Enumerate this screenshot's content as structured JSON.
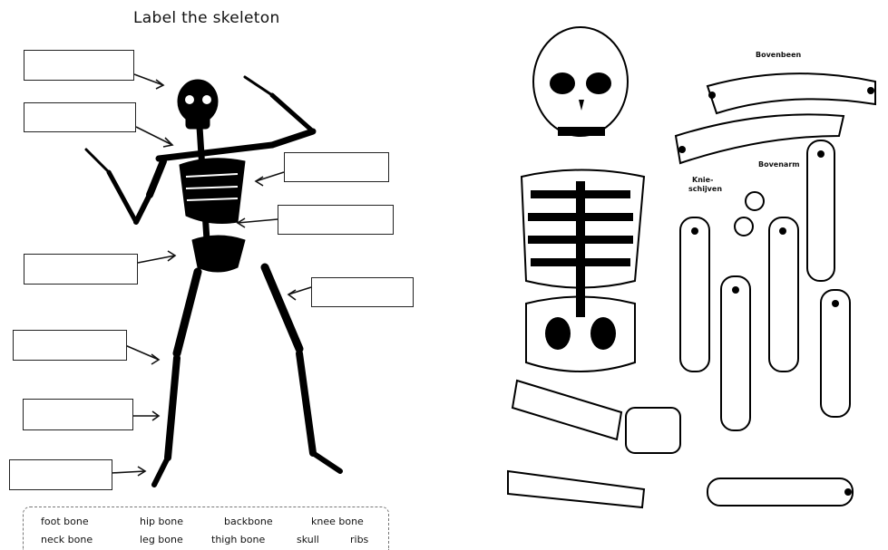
{
  "worksheet": {
    "title": "Label the skeleton",
    "word_bank": {
      "row1": [
        "foot bone",
        "hip bone",
        "backbone",
        "knee bone"
      ],
      "row2": [
        "neck bone",
        "leg bone",
        "thigh bone",
        "skull",
        "ribs"
      ]
    },
    "label_box_count": 9
  },
  "cutout": {
    "labels": {
      "thigh": "Bovenbeen",
      "upper_arm": "Bovenarm",
      "kneecaps_line1": "Knie-",
      "kneecaps_line2": "schijven"
    }
  }
}
